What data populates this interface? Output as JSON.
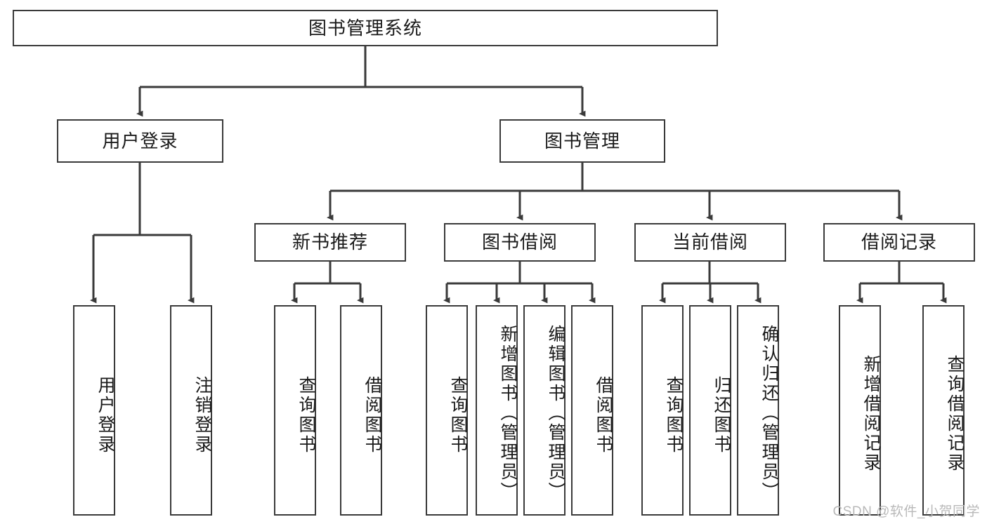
{
  "diagram": {
    "type": "tree-hierarchy-chart",
    "title": "图书管理系统",
    "orientation": "top-down",
    "colors": {
      "box_border": "#3a3a3a",
      "box_fill": "#ffffff",
      "connector": "#3a3a3a",
      "text": "#1a1a1a",
      "watermark": "#b9b9b9"
    },
    "levels": {
      "level0": {
        "nodes": [
          {
            "id": "root",
            "label": "图书管理系统",
            "orientation": "horizontal"
          }
        ]
      },
      "level1": {
        "nodes": [
          {
            "id": "user-login",
            "label": "用户登录",
            "orientation": "horizontal"
          },
          {
            "id": "book-manage",
            "label": "图书管理",
            "orientation": "horizontal"
          }
        ]
      },
      "level2": {
        "nodes": [
          {
            "id": "new-book-recommend",
            "label": "新书推荐",
            "orientation": "horizontal",
            "parent": "book-manage"
          },
          {
            "id": "book-borrow",
            "label": "图书借阅",
            "orientation": "horizontal",
            "parent": "book-manage"
          },
          {
            "id": "current-borrow",
            "label": "当前借阅",
            "orientation": "horizontal",
            "parent": "book-manage"
          },
          {
            "id": "borrow-record",
            "label": "借阅记录",
            "orientation": "horizontal",
            "parent": "book-manage"
          }
        ]
      },
      "level3": {
        "groups": [
          {
            "parent": "user-login",
            "leaves": [
              {
                "id": "leaf-user-login",
                "label": "用户登录"
              },
              {
                "id": "leaf-logout-login",
                "label": "注销登录"
              }
            ]
          },
          {
            "parent": "new-book-recommend",
            "leaves": [
              {
                "id": "leaf-query-book-1",
                "label": "查询图书"
              },
              {
                "id": "leaf-borrow-book-1",
                "label": "借阅图书"
              }
            ]
          },
          {
            "parent": "book-borrow",
            "leaves": [
              {
                "id": "leaf-query-book-2",
                "label": "查询图书"
              },
              {
                "id": "leaf-add-book-admin",
                "label": "新增图书（管理员）"
              },
              {
                "id": "leaf-edit-book-admin",
                "label": "编辑图书（管理员）"
              },
              {
                "id": "leaf-borrow-book-2",
                "label": "借阅图书"
              }
            ]
          },
          {
            "parent": "current-borrow",
            "leaves": [
              {
                "id": "leaf-query-book-3",
                "label": "查询图书"
              },
              {
                "id": "leaf-return-book",
                "label": "归还图书"
              },
              {
                "id": "leaf-confirm-return-admin",
                "label": "确认归还（管理员）"
              }
            ]
          },
          {
            "parent": "borrow-record",
            "leaves": [
              {
                "id": "leaf-add-borrow-record",
                "label": "新增借阅记录"
              },
              {
                "id": "leaf-query-borrow-record",
                "label": "查询借阅记录"
              }
            ]
          }
        ]
      }
    },
    "watermark": "CSDN @软件_小贺同学"
  }
}
